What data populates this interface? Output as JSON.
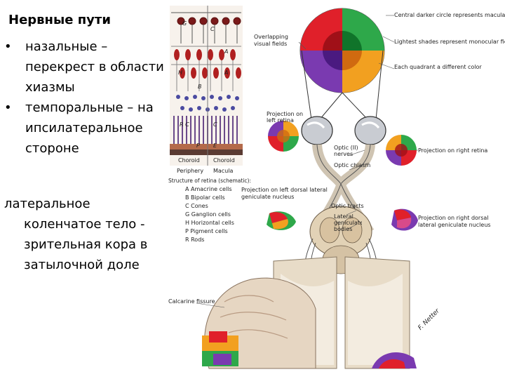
{
  "slide": {
    "title": "Нервные пути",
    "bullets": [
      {
        "marker": "•",
        "text": "назальные – перекрест в области хиазмы"
      },
      {
        "marker": "•",
        "text": "темпоральные – на ипсилатеральное стороне"
      }
    ],
    "paragraph_first": "латеральное",
    "paragraph_rest": "коленчатое тело - зрительная кора в затылочной доле"
  },
  "figure": {
    "retina_letters": {
      "g1": "G",
      "c": "C",
      "a": "A",
      "h1": "H",
      "a2": "A",
      "b": "B",
      "rc": "R C",
      "r": "R",
      "c2": "C",
      "p": "P",
      "e": "E"
    },
    "retina_labels": {
      "choroid_left": "Choroid",
      "choroid_right": "Choroid",
      "periphery": "Periphery",
      "macula": "Macula",
      "structure": "Structure of retina (schematic):",
      "legend": [
        "A Amacrine cells",
        "B Bipolar cells",
        "C Cones",
        "G Ganglion cells",
        "H Horizontal cells",
        "P Pigment cells",
        "R Rods"
      ]
    },
    "labels": {
      "central": "Central darker circle represents macular zone",
      "lightest": "Lightest shades represent monocular fields",
      "quadrant": "Each quadrant a different color",
      "overlap": "Overlapping visual fields",
      "proj_left_retina": "Projection on left retina",
      "proj_right_retina": "Projection on right retina",
      "optic_nerves": "Optic (II) nerves",
      "chiasm": "Optic chiasm",
      "proj_left_lgn": "Projection on left dorsal lateral geniculate nucleus",
      "optic_tracts": "Optic tracts",
      "lateral_gen": "Lateral geniculate bodies",
      "proj_right_lgn": "Projection on right dorsal lateral geniculate nucleus",
      "calcarine": "Calcarine fissure",
      "signature": "F. Netter"
    }
  }
}
